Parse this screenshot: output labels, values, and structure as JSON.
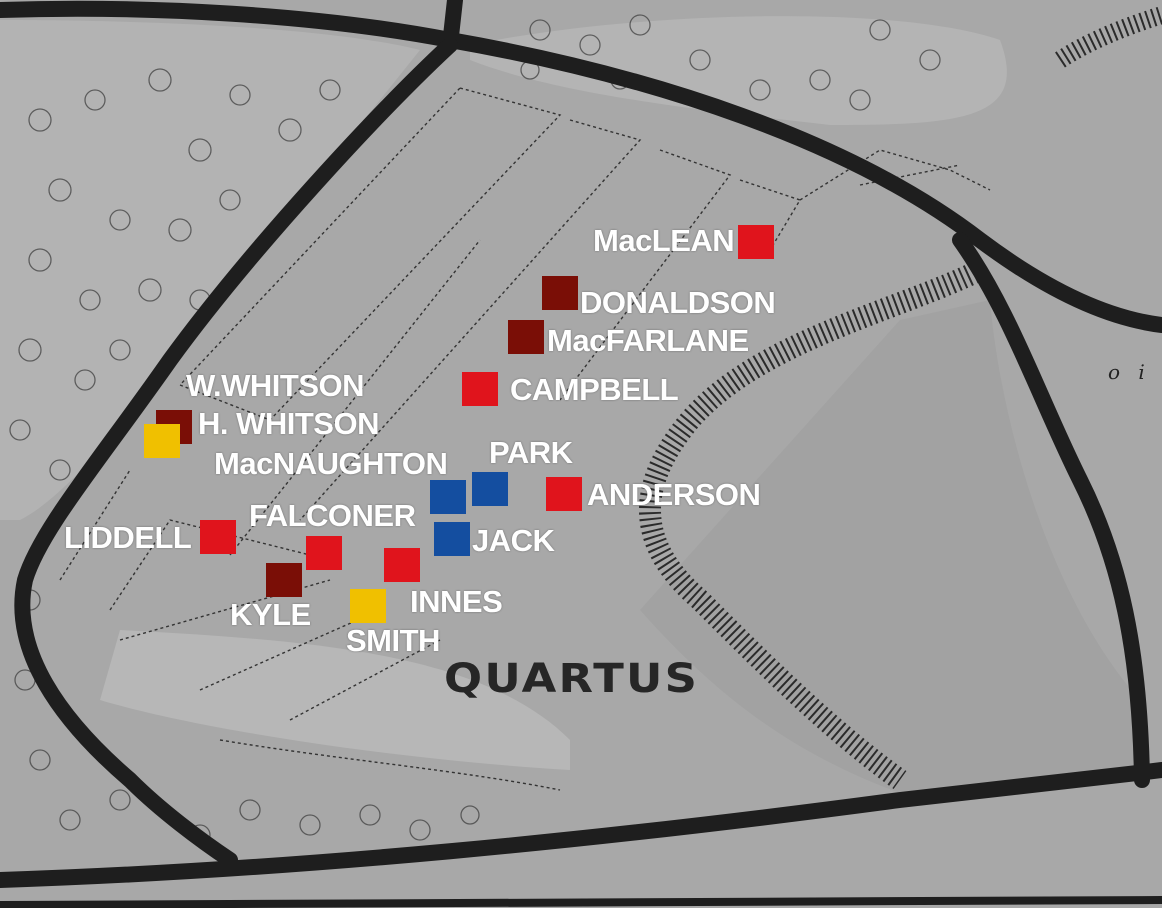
{
  "area_label": "QUARTUS",
  "map_fragment": "o i",
  "legend_colors": {
    "red": "#e0141c",
    "dark_red": "#7a0e06",
    "blue": "#144ea0",
    "yellow": "#f0c000"
  },
  "plots": [
    {
      "id": "maclean",
      "name": "MacLEAN",
      "color": "#e0141c"
    },
    {
      "id": "donaldson",
      "name": "DONALDSON",
      "color": "#7a0e06"
    },
    {
      "id": "macfarlane",
      "name": "MacFARLANE",
      "color": "#7a0e06"
    },
    {
      "id": "campbell",
      "name": "CAMPBELL",
      "color": "#e0141c"
    },
    {
      "id": "w-whitson",
      "name": "W.WHITSON",
      "color": "#7a0e06"
    },
    {
      "id": "h-whitson",
      "name": "H. WHITSON",
      "color": "#f0c000"
    },
    {
      "id": "macnaughton",
      "name": "MacNAUGHTON",
      "color": "#144ea0"
    },
    {
      "id": "park",
      "name": "PARK",
      "color": "#144ea0"
    },
    {
      "id": "anderson",
      "name": "ANDERSON",
      "color": "#e0141c"
    },
    {
      "id": "jack",
      "name": "JACK",
      "color": "#144ea0"
    },
    {
      "id": "falconer",
      "name": "FALCONER",
      "color": "#e0141c"
    },
    {
      "id": "liddell",
      "name": "LIDDELL",
      "color": "#e0141c"
    },
    {
      "id": "innes",
      "name": "INNES",
      "color": "#e0141c"
    },
    {
      "id": "kyle",
      "name": "KYLE",
      "color": "#7a0e06"
    },
    {
      "id": "smith",
      "name": "SMITH",
      "color": "#f0c000"
    }
  ]
}
